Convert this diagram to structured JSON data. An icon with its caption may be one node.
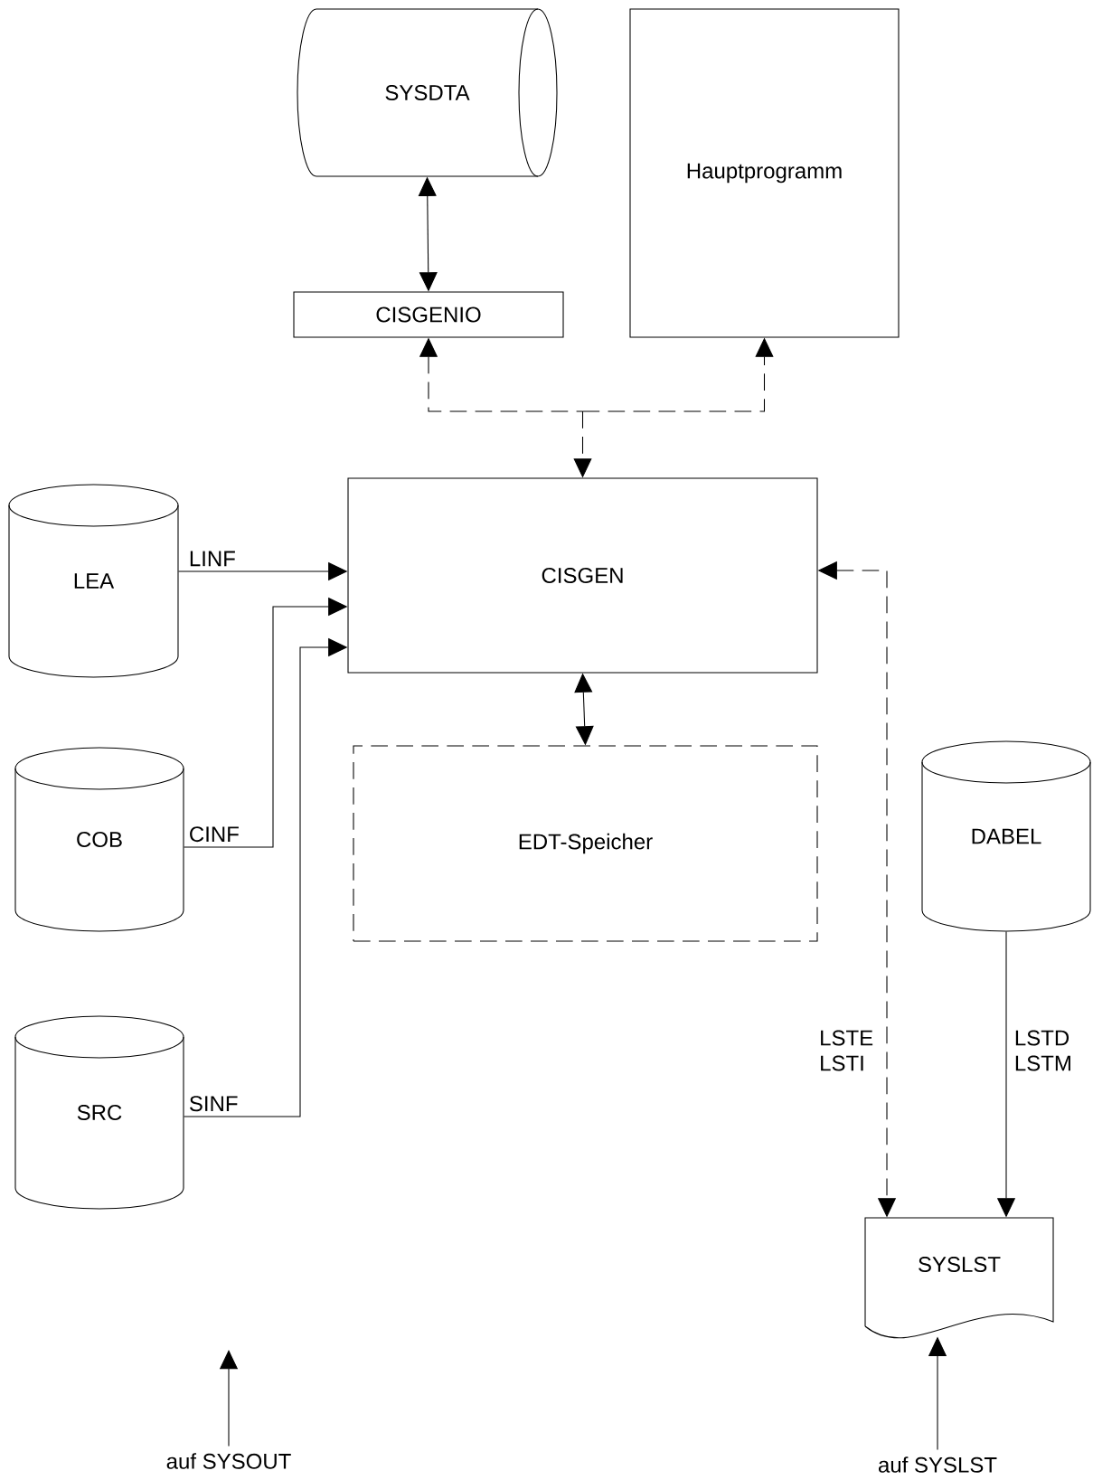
{
  "diagram": {
    "nodes": [
      {
        "text": [
          "SYSDTA"
        ]
      },
      {
        "text": [
          "Hauptprogramm"
        ]
      },
      {
        "text": [
          "CISGENIO"
        ]
      },
      {
        "text": [
          "CISGEN"
        ]
      },
      {
        "text": [
          "LEA"
        ]
      },
      {
        "text": [
          "COB"
        ]
      },
      {
        "text": [
          "SRC"
        ]
      },
      {
        "text": [
          "EDT-Speicher"
        ]
      },
      {
        "text": [
          "DABEL"
        ]
      },
      {
        "text": [
          "SYSLST"
        ]
      },
      {
        "text": [
          "auf SYSOUT"
        ]
      },
      {
        "text": [
          "auf SYSLST"
        ]
      }
    ],
    "edges": [
      {
        "from": 0,
        "to": 2,
        "arrow": "both"
      },
      {
        "from": 2,
        "to": 3,
        "arrow": "both",
        "style": "dashed"
      },
      {
        "from": 1,
        "to": 3,
        "arrow": "both",
        "style": "dashed"
      },
      {
        "from": 4,
        "to": 3,
        "arrow": "to",
        "label": "LINF"
      },
      {
        "from": 5,
        "to": 3,
        "arrow": "to",
        "label": "CINF"
      },
      {
        "from": 6,
        "to": 3,
        "arrow": "to",
        "label": "SINF"
      },
      {
        "from": 3,
        "to": 7,
        "arrow": "both"
      },
      {
        "from": 3,
        "to": 9,
        "arrow": "both",
        "style": "dashed",
        "label": "LSTE LSTI"
      },
      {
        "from": 8,
        "to": 9,
        "arrow": "to",
        "label": "LSTD LSTM"
      },
      {
        "from": 10,
        "to": null,
        "arrow": "to"
      },
      {
        "from": 11,
        "to": 9,
        "arrow": "to"
      }
    ]
  }
}
